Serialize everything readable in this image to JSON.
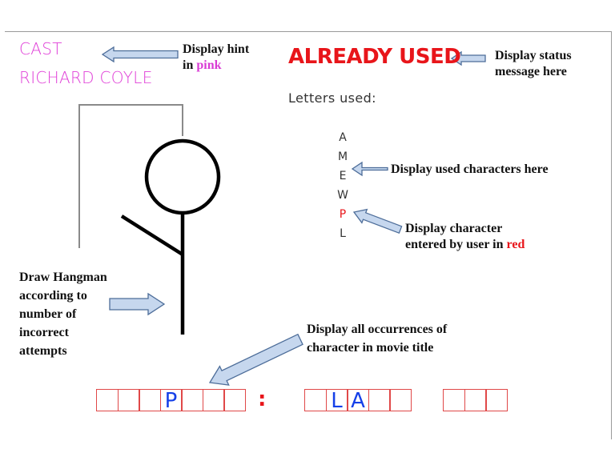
{
  "game": {
    "hint": {
      "label": "CAST",
      "value": "RICHARD COYLE",
      "color": "#e040d8"
    },
    "status": {
      "message": "ALREADY USED",
      "color": "#e8151a"
    },
    "used_letters": {
      "title": "Letters used:",
      "letters": [
        "A",
        "M",
        "E",
        "W",
        "P",
        "L"
      ],
      "current": "P"
    },
    "movie_title": {
      "words": [
        [
          "",
          "",
          "",
          "P",
          "",
          "",
          ""
        ],
        [
          "",
          "L",
          "A",
          "",
          ""
        ],
        [
          "",
          "",
          ""
        ]
      ],
      "separator": ":"
    },
    "hangman": {
      "parts_shown": [
        "gallows",
        "head",
        "body",
        "left-arm"
      ]
    }
  },
  "annotations": {
    "hint": {
      "line1": "Display hint",
      "line2_prefix": "in ",
      "line2_highlight": "pink"
    },
    "status": {
      "line1": "Display status",
      "line2": "message here"
    },
    "used": {
      "text": "Display used characters here"
    },
    "current": {
      "line1": "Display character",
      "line2_prefix": "entered by user in ",
      "line2_highlight": "red"
    },
    "hangman": {
      "lines": [
        "Draw Hangman",
        "according to",
        "number of",
        "incorrect",
        "attempts"
      ]
    },
    "title": {
      "line1": "Display all occurrences of",
      "line2": "character in movie title"
    }
  },
  "colors": {
    "arrow_fill": "#c6d7ee",
    "arrow_stroke": "#4d6d99",
    "box_border": "#e04848",
    "revealed_letter": "#1540e8"
  }
}
